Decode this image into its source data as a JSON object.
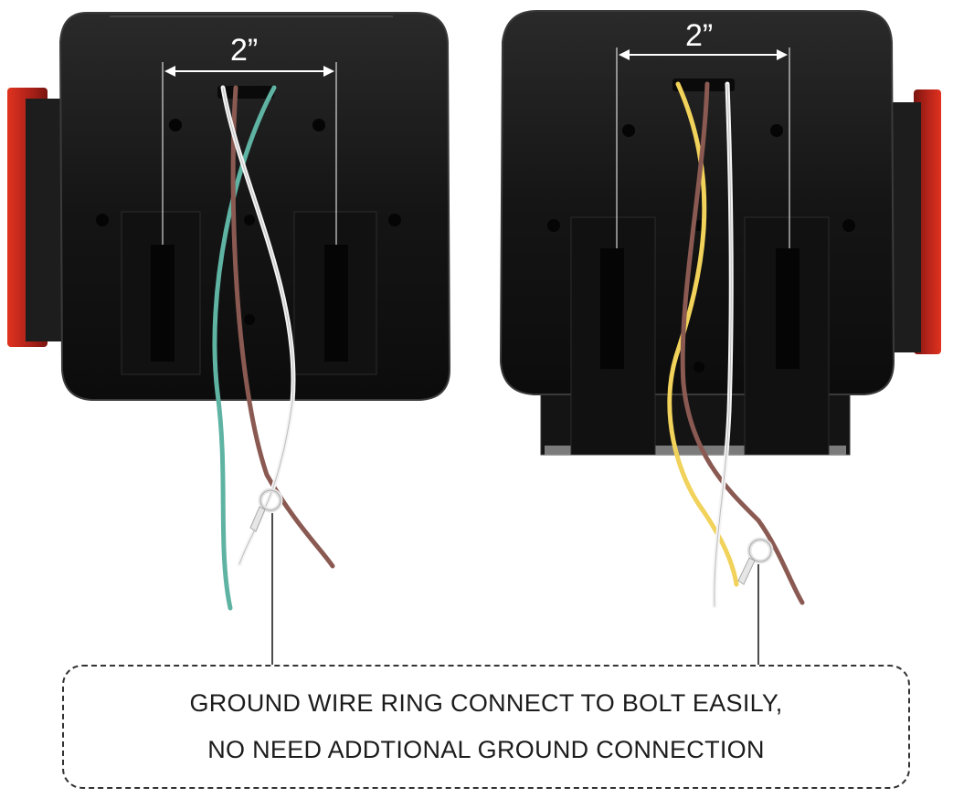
{
  "left_light": {
    "spacing_label": "2”"
  },
  "right_light": {
    "spacing_label": "2”"
  },
  "callout": {
    "line1": "GROUND WIRE RING CONNECT TO BOLT EASILY,",
    "line2": "NO NEED ADDTIONAL GROUND CONNECTION"
  },
  "colors": {
    "housing": "#1a1a1a",
    "lens_red": "#c8281e",
    "wire_green": "#5fb3a3",
    "wire_brown": "#8a5a52",
    "wire_white": "#f4f4f4",
    "wire_yellow": "#f1d25a",
    "dimension_line": "#ffffff"
  },
  "icons": [
    "ground-ring-terminal-icon",
    "ground-ring-terminal-icon"
  ]
}
